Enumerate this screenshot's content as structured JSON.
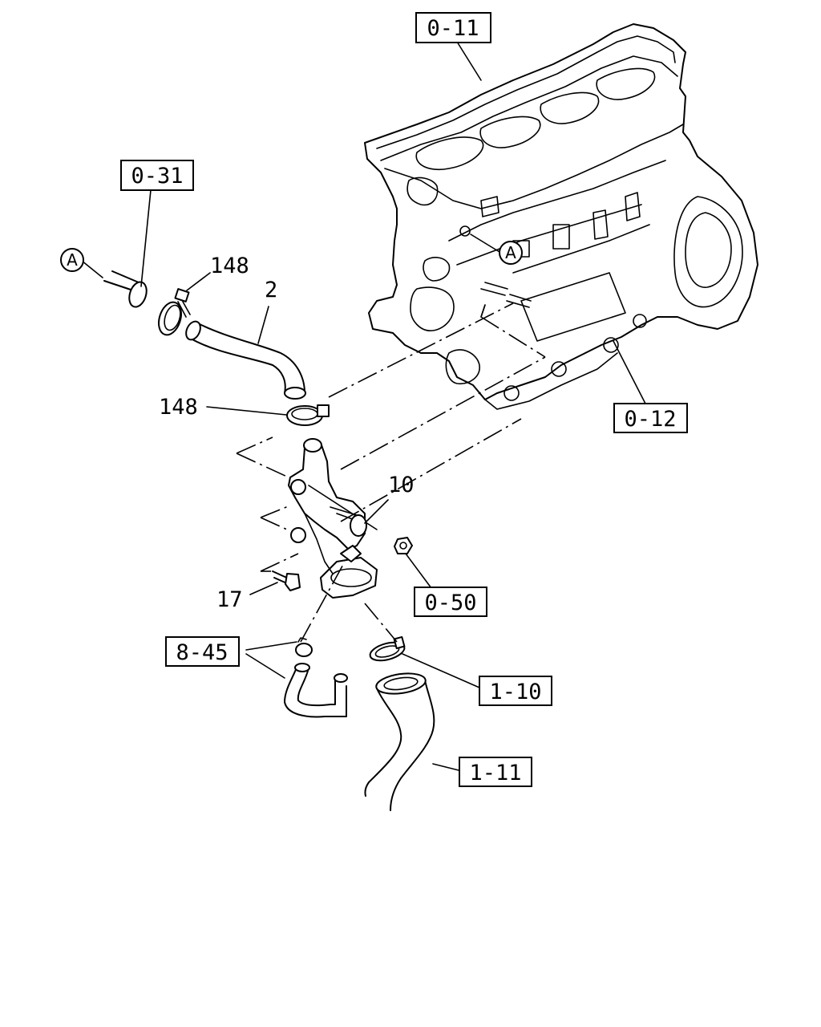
{
  "diagram": {
    "ref_boxes": {
      "r011": "0-11",
      "r031": "0-31",
      "r012": "0-12",
      "r050": "0-50",
      "r845": "8-45",
      "r110": "1-10",
      "r111": "1-11"
    },
    "part_numbers": {
      "p148_top": "148",
      "p2": "2",
      "p148_mid": "148",
      "p10": "10",
      "p17": "17"
    },
    "callouts": {
      "a_left": "A",
      "a_right": "A"
    }
  }
}
